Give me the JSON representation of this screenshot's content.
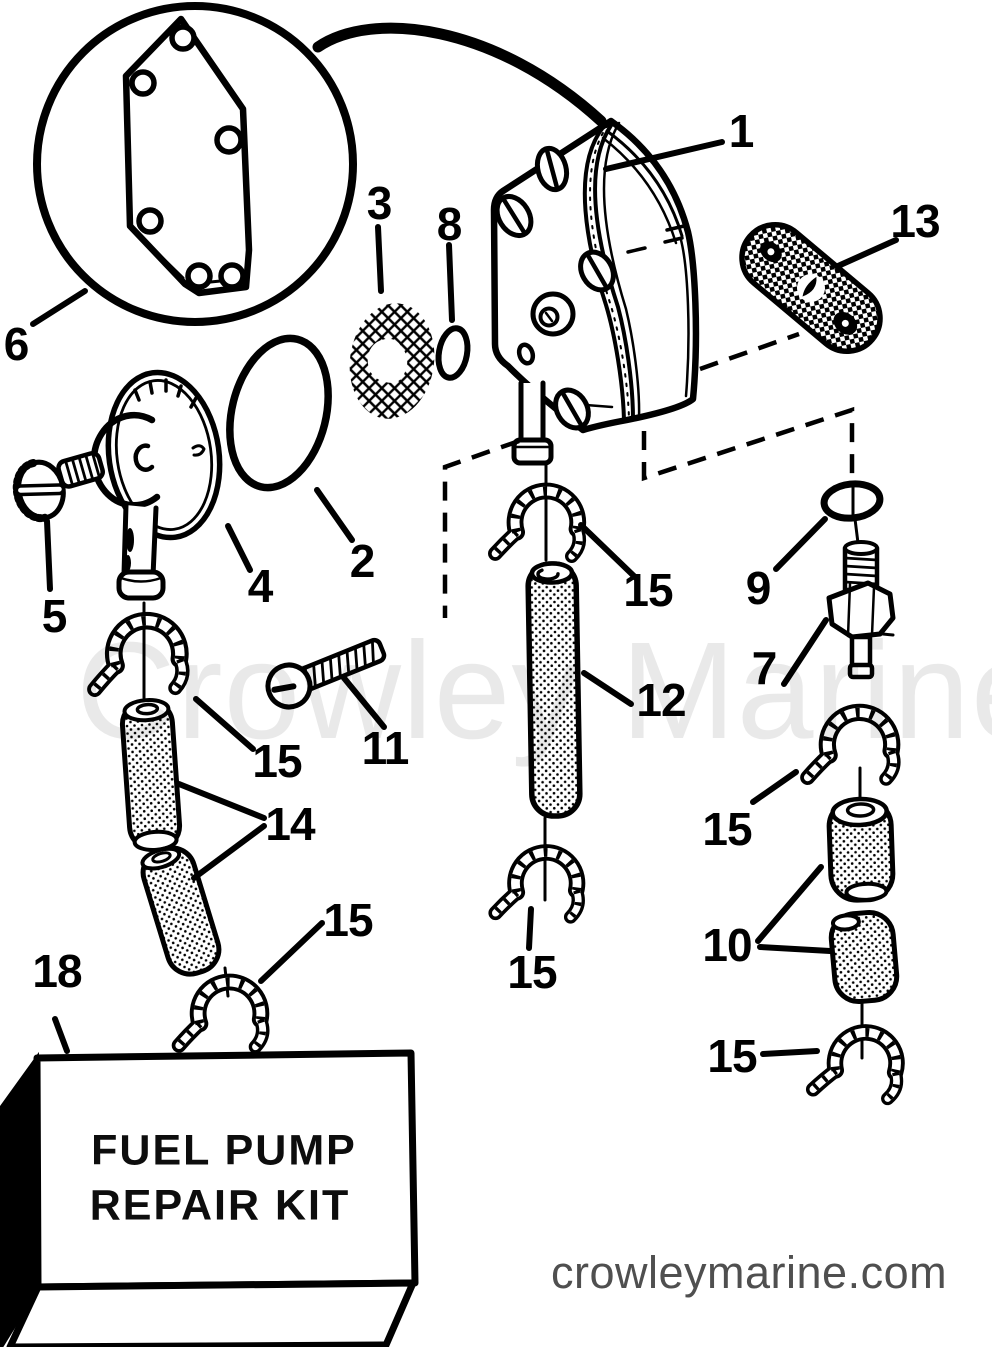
{
  "page": {
    "background": "#ffffff",
    "line_color": "#000000"
  },
  "watermark": {
    "text": "Crowley Marine"
  },
  "footer": {
    "text": "crowleymarine.com",
    "color": "#4f4f4f"
  },
  "kit_box": {
    "line1": "FUEL PUMP",
    "line2": "REPAIR KIT"
  },
  "callouts": [
    {
      "label": "1"
    },
    {
      "label": "2"
    },
    {
      "label": "3"
    },
    {
      "label": "4"
    },
    {
      "label": "5"
    },
    {
      "label": "6"
    },
    {
      "label": "7"
    },
    {
      "label": "8"
    },
    {
      "label": "9"
    },
    {
      "label": "10"
    },
    {
      "label": "11"
    },
    {
      "label": "12"
    },
    {
      "label": "13"
    },
    {
      "label": "14"
    },
    {
      "label": "15"
    },
    {
      "label": "15"
    },
    {
      "label": "15"
    },
    {
      "label": "15"
    },
    {
      "label": "15"
    },
    {
      "label": "15"
    },
    {
      "label": "18"
    }
  ]
}
